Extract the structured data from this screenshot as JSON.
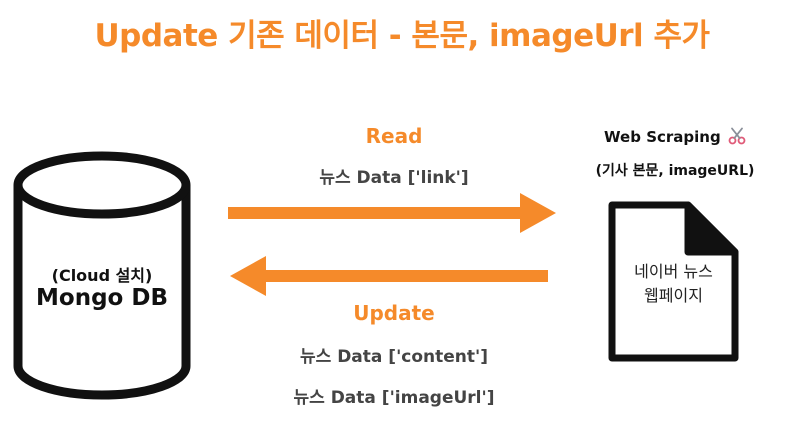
{
  "title": "Update 기존 데이터 - 본문, imageUrl 추가",
  "read": {
    "label": "Read",
    "field": "뉴스 Data ['link']"
  },
  "update": {
    "label": "Update",
    "field_content": "뉴스 Data ['content']",
    "field_image": "뉴스 Data ['imageUrl']"
  },
  "database": {
    "subtitle": "(Cloud 설치)",
    "name": "Mongo DB"
  },
  "scraping": {
    "title": "Web Scraping",
    "icon": "scissors-icon",
    "subtitle": "(기사 본문, imageURL)"
  },
  "webpage": {
    "line1": "네이버 뉴스",
    "line2": "웹페이지"
  },
  "colors": {
    "accent": "#f58a2a",
    "text": "#444444",
    "outline": "#111111"
  }
}
